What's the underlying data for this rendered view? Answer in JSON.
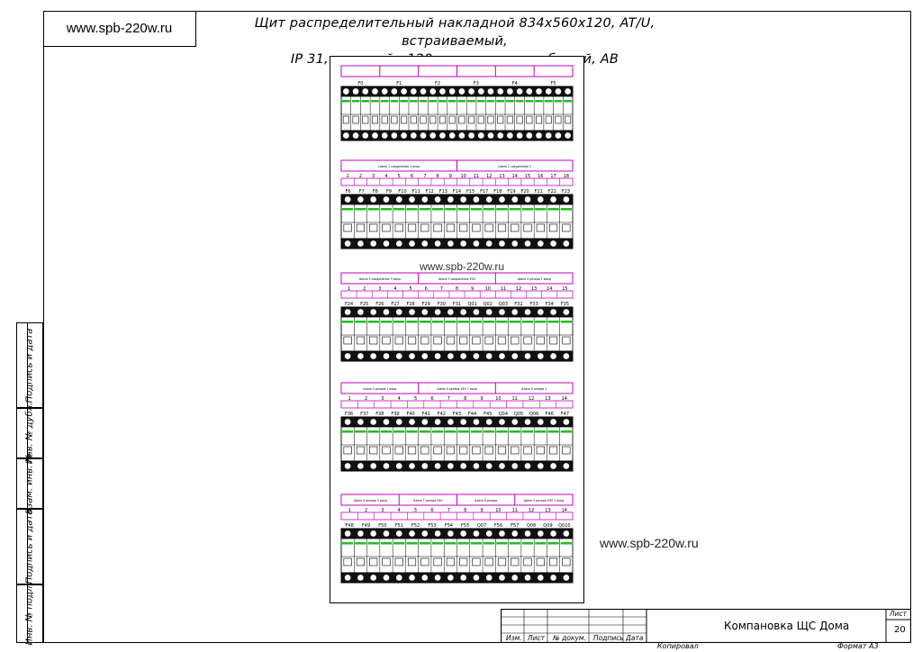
{
  "header": {
    "site_url": "www.spb-220w.ru",
    "title_line1": "Щит распределительный накладной 834х560х120, AT/U, встраиваемый,",
    "title_line2": "IP 31, модулей - 120, металл, цвет - белый, АВ"
  },
  "watermarks": {
    "center": "www.spb-220w.ru",
    "right": "www.spb-220w.ru"
  },
  "side_tabs": [
    "Подпись и дата",
    "Инв. № дубл.",
    "Взам. инв. №",
    "Подпись и дата",
    "Инв. № подл."
  ],
  "rows": [
    {
      "labels": [
        "F0",
        "F1",
        "F2",
        "F3",
        "F4",
        "F5"
      ],
      "group_labels": [],
      "channel_numbers": [],
      "breaker_count": 24
    },
    {
      "labels": [
        "F6",
        "F7",
        "F8",
        "F9",
        "F10",
        "F11",
        "F12",
        "F13",
        "F14",
        "F15",
        "F17",
        "F18",
        "F19",
        "F20",
        "F21",
        "F22",
        "F23"
      ],
      "group_labels": [
        "Шина 1 соединение 1 вход",
        "Шина 2 соединение 2"
      ],
      "channel_numbers": [
        "1",
        "2",
        "3",
        "4",
        "5",
        "6",
        "7",
        "8",
        "9",
        "10",
        "11",
        "12",
        "13",
        "14",
        "15",
        "16",
        "17",
        "18"
      ],
      "breaker_count": 18
    },
    {
      "labels": [
        "F24",
        "F25",
        "F26",
        "F27",
        "F28",
        "F29",
        "F30",
        "F31",
        "Q01",
        "Q02",
        "Q03",
        "F32",
        "F33",
        "F34",
        "F35"
      ],
      "group_labels": [
        "Шина 3 соединение 3 вход",
        "Шина 3 соединение УЗО",
        "Шина 4 резерв 1 вход"
      ],
      "channel_numbers": [
        "1",
        "2",
        "3",
        "4",
        "5",
        "6",
        "7",
        "8",
        "9",
        "10",
        "11",
        "12",
        "13",
        "14",
        "15"
      ],
      "breaker_count": 18
    },
    {
      "labels": [
        "F36",
        "F37",
        "F38",
        "F39",
        "F40",
        "F41",
        "F42",
        "F43",
        "F44",
        "F45",
        "Q04",
        "Q05",
        "Q06",
        "F46",
        "F47"
      ],
      "group_labels": [
        "Шина 4 резерв 1 вход",
        "Шина 5 резерв УЗО 1 вход",
        "Шина 6 резерв 2"
      ],
      "channel_numbers": [
        "1",
        "2",
        "3",
        "4",
        "5",
        "6",
        "7",
        "8",
        "9",
        "10",
        "11",
        "12",
        "13",
        "14"
      ],
      "breaker_count": 18
    },
    {
      "labels": [
        "F48",
        "F49",
        "F50",
        "F51",
        "F52",
        "F53",
        "F54",
        "F55",
        "Q07",
        "F56",
        "F57",
        "Q08",
        "Q09",
        "Q010"
      ],
      "group_labels": [
        "Шина 6 резерв 3 вход",
        "Шина 7 резерв УЗО",
        "Шина 8 резерв",
        "Шина 9 резерв УЗО 2 вход"
      ],
      "channel_numbers": [
        "1",
        "2",
        "3",
        "4",
        "5",
        "6",
        "7",
        "8",
        "9",
        "10",
        "11",
        "12",
        "13",
        "14"
      ],
      "breaker_count": 18
    }
  ],
  "title_block": {
    "col_labels": [
      "Изм.",
      "Лист",
      "№ докум.",
      "Подпись",
      "Дата"
    ],
    "sheet_title": "Компановка ЩС Дома",
    "sheet_label": "Лист",
    "sheet_number": "20",
    "copied_label": "Копировал",
    "format_label": "Формат А3"
  },
  "colors": {
    "magenta": "#c000c0",
    "green": "#1fbf1f",
    "line": "#000000"
  }
}
